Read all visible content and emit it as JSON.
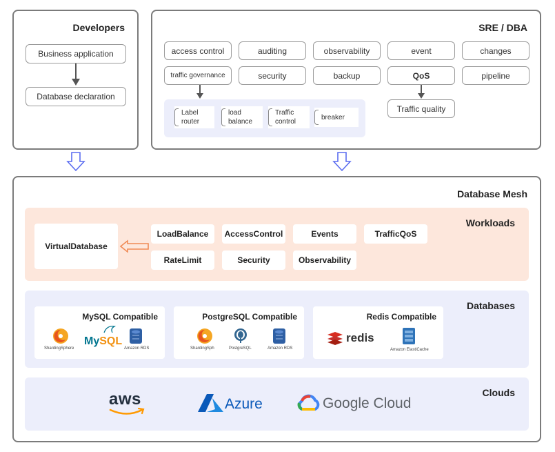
{
  "developers": {
    "title": "Developers",
    "business_app": "Business application",
    "db_declaration": "Database declaration"
  },
  "sre": {
    "title": "SRE / DBA",
    "row1": [
      "access control",
      "auditing",
      "observability",
      "event",
      "changes"
    ],
    "row2": [
      "traffic governance",
      "security",
      "backup",
      "QoS",
      "pipeline"
    ],
    "governance_items": [
      "Label router",
      "load balance",
      "Traffic control",
      "breaker"
    ],
    "traffic_quality": "Traffic quality"
  },
  "mesh": {
    "title": "Database Mesh",
    "workloads": {
      "title": "Workloads",
      "virtual_database": "VirtualDatabase",
      "items_row1": [
        "LoadBalance",
        "AccessControl",
        "Events",
        "TrafficQoS"
      ],
      "items_row2": [
        "RateLimit",
        "Security",
        "Observability"
      ]
    },
    "databases": {
      "title": "Databases",
      "cards": [
        {
          "title": "MySQL Compatible",
          "captions": [
            "ShardingSphere",
            "Amazon RDS"
          ],
          "logo_text": "MySQL"
        },
        {
          "title": "PostgreSQL Compatible",
          "captions": [
            "ShardingSph",
            "PostgreSQL",
            "Amazon RDS"
          ]
        },
        {
          "title": "Redis Compatible",
          "captions": [
            "Amazon ElastiCache"
          ],
          "logo_text": "redis"
        }
      ]
    },
    "clouds": {
      "title": "Clouds",
      "providers": [
        "aws",
        "Azure",
        "Google Cloud"
      ]
    }
  },
  "colors": {
    "border": "#7b7b7b",
    "workloads_bg": "#fde7dc",
    "lavender_bg": "#eceefb",
    "arrow_blue": "#5a6cf0",
    "arrow_orange": "#f08a55"
  }
}
